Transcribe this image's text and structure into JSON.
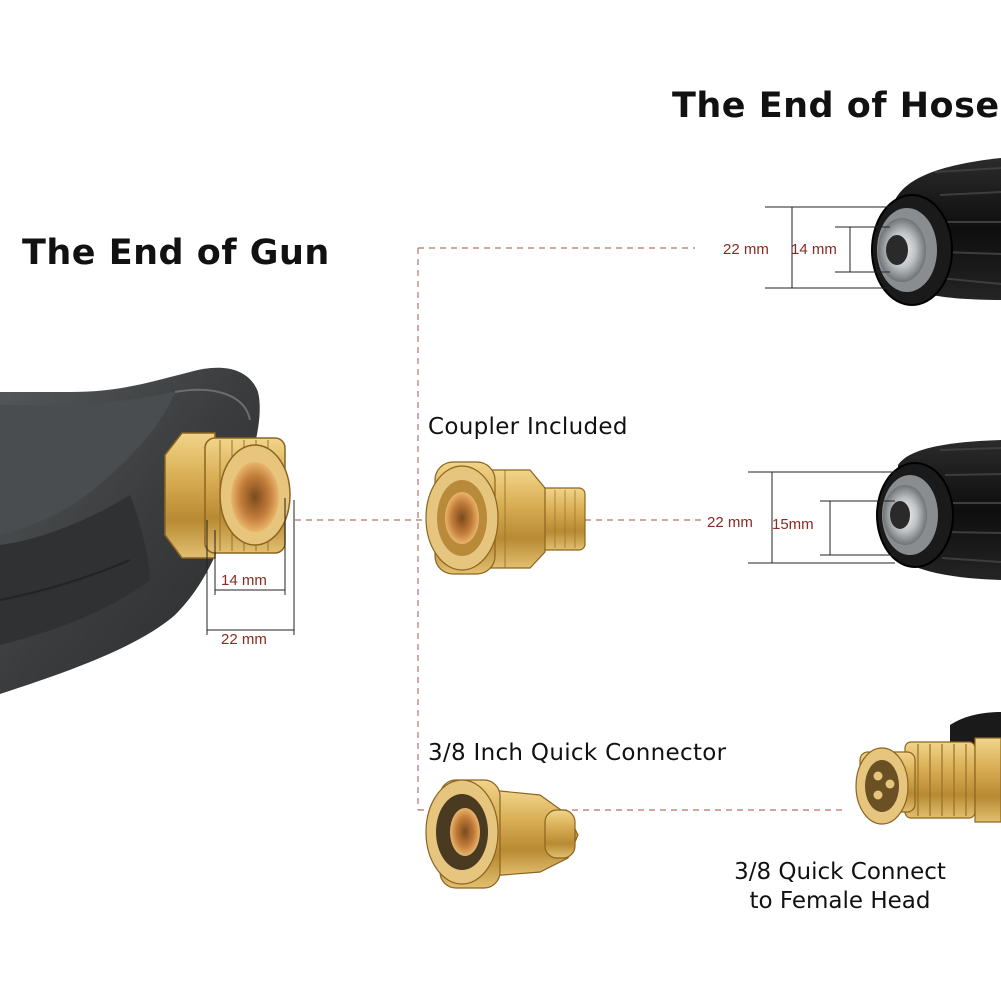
{
  "titles": {
    "gun": "The End of Gun",
    "hose": "The End of Hose"
  },
  "labels": {
    "coupler": "Coupler Included",
    "quick_connector": "3/8 Inch Quick Connector",
    "female_head_line1": "3/8 Quick Connect",
    "female_head_line2": "to Female Head"
  },
  "dimensions": {
    "gun_inner": "14 mm",
    "gun_outer": "22 mm",
    "hose1_outer": "22 mm",
    "hose1_inner": "14 mm",
    "hose2_outer": "22 mm",
    "hose2_inner": "15mm"
  },
  "colors": {
    "background": "#ffffff",
    "dimension_text": "#8a2a22",
    "dashed_line": "#b5756b",
    "brass": "#c9a14a",
    "hose_black": "#141414",
    "gun_gray": "#3a3c3c"
  }
}
